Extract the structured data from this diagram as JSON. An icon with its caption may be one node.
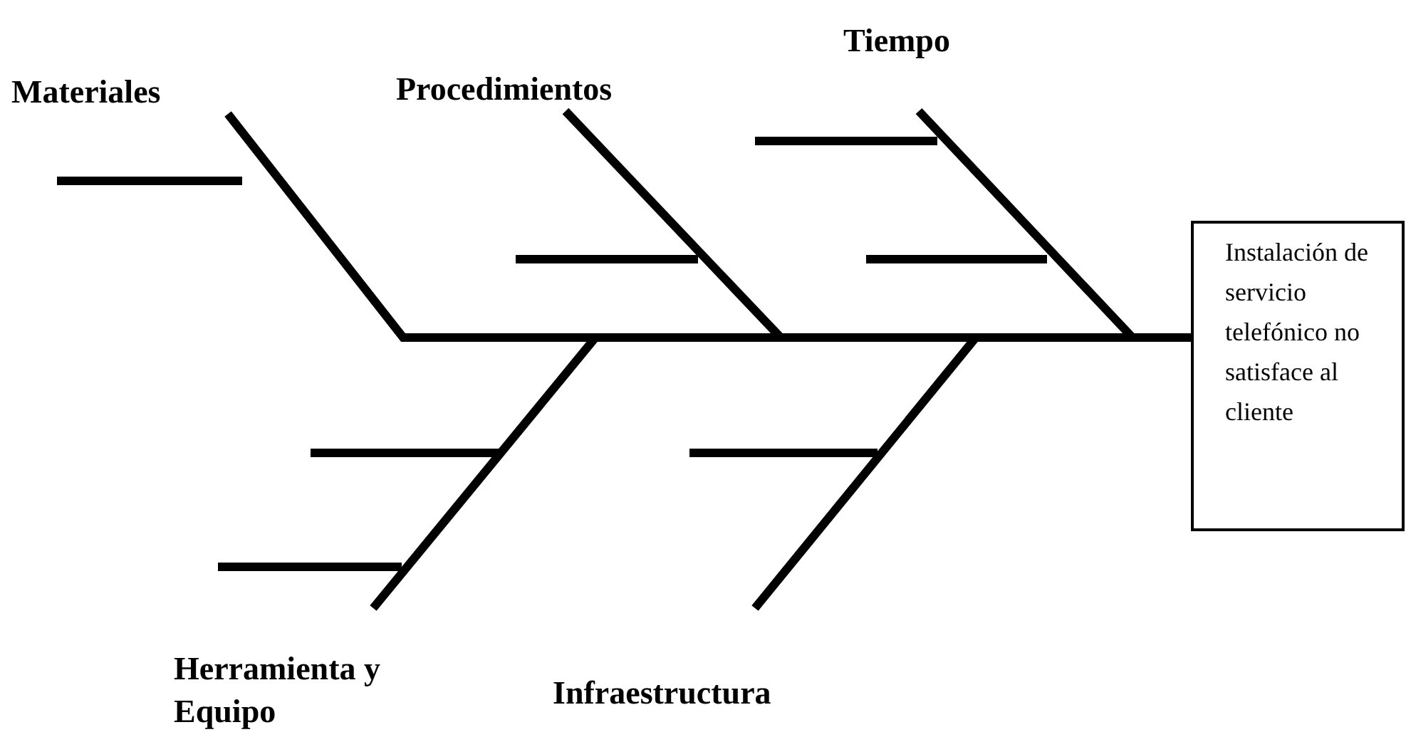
{
  "diagram": {
    "nodes": [
      {
        "text": [
          "Materiales"
        ]
      },
      {
        "text": [
          "Procedimientos"
        ]
      },
      {
        "text": [
          "Tiempo"
        ]
      },
      {
        "text": [
          "Herramienta y Equipo"
        ]
      },
      {
        "text": [
          "Infraestructura"
        ]
      },
      {
        "text": [
          "Instalación de servicio telefónico no satisface al cliente"
        ]
      }
    ],
    "edges": [
      {
        "from": 0,
        "to": 5,
        "arrow": "none"
      },
      {
        "from": 1,
        "to": 5,
        "arrow": "none"
      },
      {
        "from": 2,
        "to": 5,
        "arrow": "none"
      },
      {
        "from": 3,
        "to": 5,
        "arrow": "none"
      },
      {
        "from": 4,
        "to": 5,
        "arrow": "none"
      }
    ]
  }
}
